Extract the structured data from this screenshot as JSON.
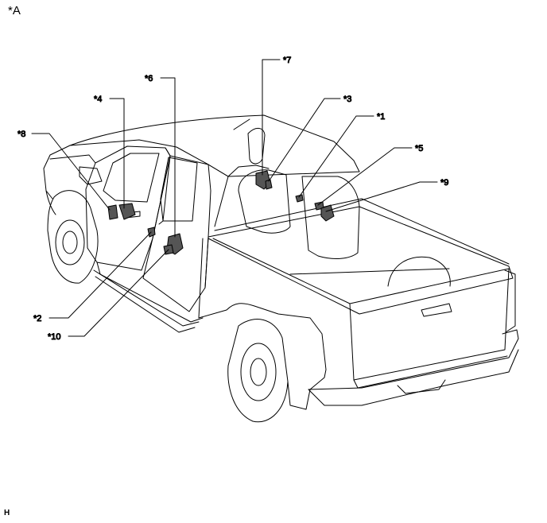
{
  "view_label": "*A",
  "sheet_code": "H",
  "callouts": [
    {
      "id": "c7",
      "label": "*7"
    },
    {
      "id": "c6",
      "label": "*6"
    },
    {
      "id": "c4",
      "label": "*4"
    },
    {
      "id": "c3",
      "label": "*3"
    },
    {
      "id": "c1",
      "label": "*1"
    },
    {
      "id": "c8",
      "label": "*8"
    },
    {
      "id": "c5",
      "label": "*5"
    },
    {
      "id": "c9",
      "label": "*9"
    },
    {
      "id": "c2",
      "label": "*2"
    },
    {
      "id": "c10",
      "label": "*10"
    }
  ]
}
